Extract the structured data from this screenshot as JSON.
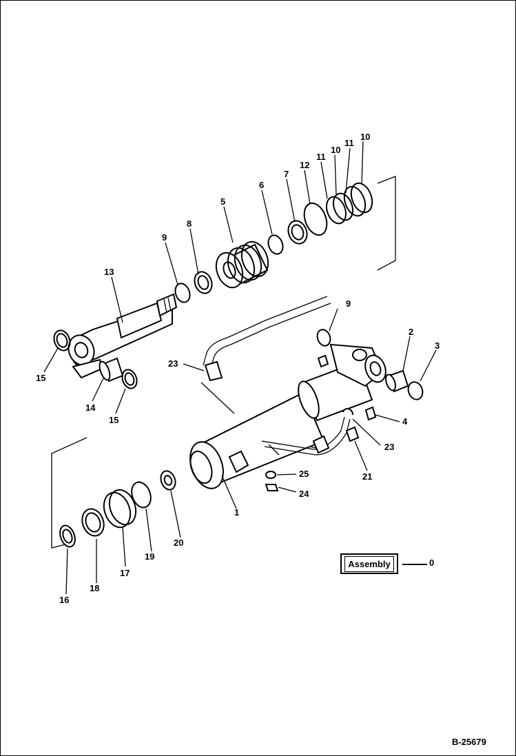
{
  "assembly": {
    "label": "Assembly",
    "part_no": "0"
  },
  "drawing_number": "B-25679",
  "callouts": {
    "c1": "1",
    "c2": "2",
    "c3": "3",
    "c4": "4",
    "c5": "5",
    "c6": "6",
    "c7": "7",
    "c8": "8",
    "c9a": "9",
    "c9b": "9",
    "c10a": "10",
    "c10b": "10",
    "c11a": "11",
    "c11b": "11",
    "c12": "12",
    "c13": "13",
    "c14": "14",
    "c15a": "15",
    "c15b": "15",
    "c16": "16",
    "c17": "17",
    "c18": "18",
    "c19": "19",
    "c20": "20",
    "c21": "21",
    "c23a": "23",
    "c23b": "23",
    "c24": "24",
    "c25": "25"
  }
}
